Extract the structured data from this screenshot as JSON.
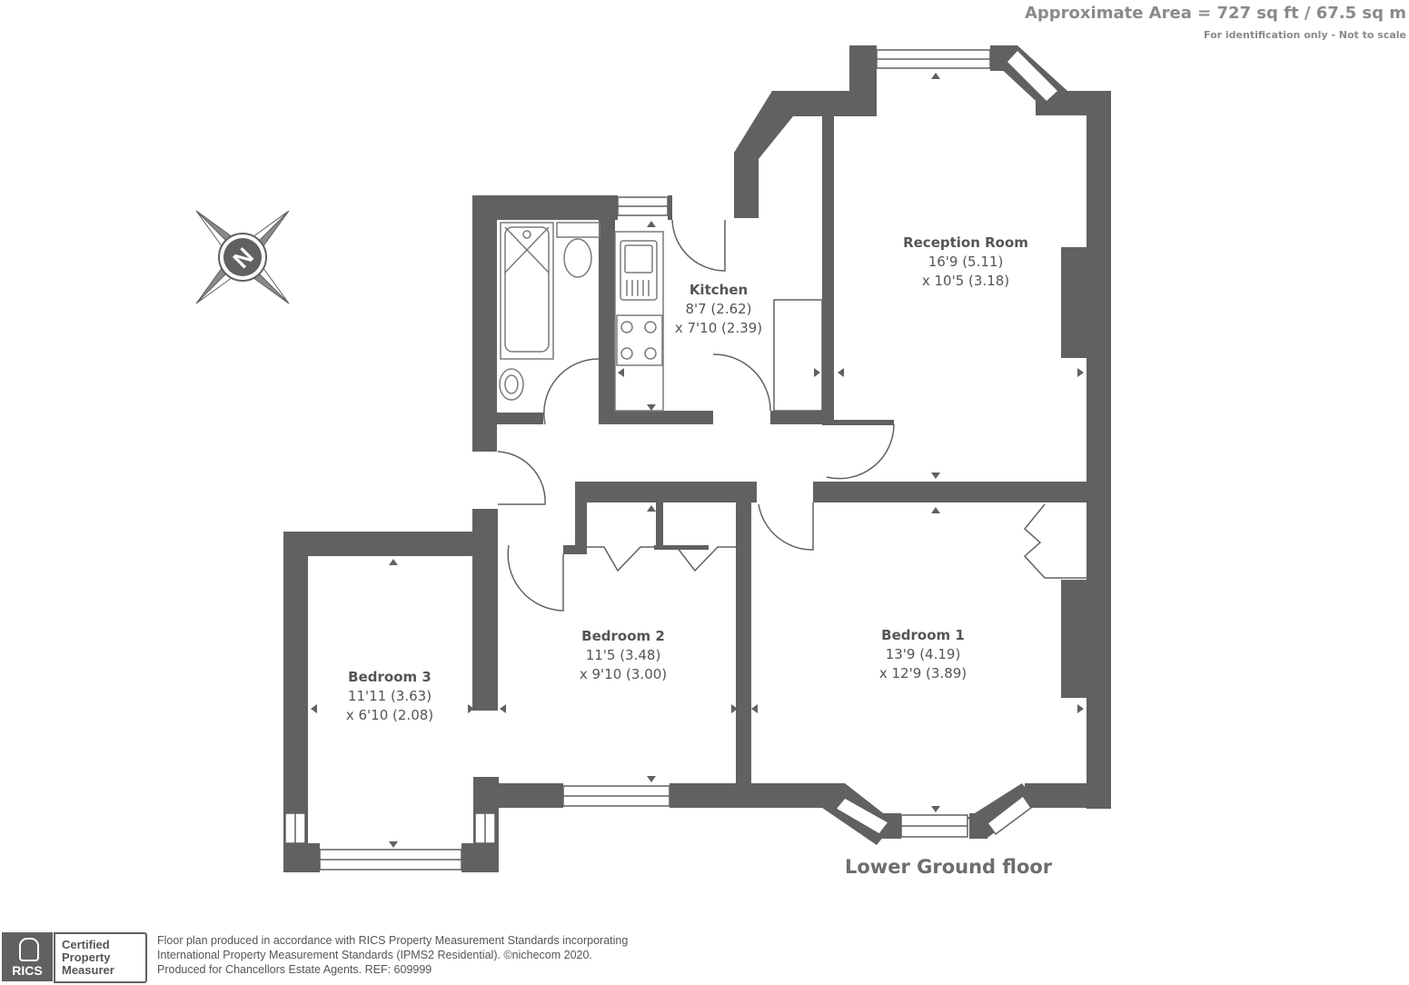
{
  "header": {
    "area": "Approximate Area = 727 sq ft / 67.5 sq m",
    "note": "For identification only - Not to scale"
  },
  "rooms": {
    "reception": {
      "name": "Reception Room",
      "dim1": "16'9 (5.11)",
      "dim2": "x 10'5 (3.18)"
    },
    "kitchen": {
      "name": "Kitchen",
      "dim1": "8'7 (2.62)",
      "dim2": "x 7'10 (2.39)"
    },
    "bedroom1": {
      "name": "Bedroom 1",
      "dim1": "13'9 (4.19)",
      "dim2": "x 12'9 (3.89)"
    },
    "bedroom2": {
      "name": "Bedroom 2",
      "dim1": "11'5 (3.48)",
      "dim2": "x 9'10 (3.00)"
    },
    "bedroom3": {
      "name": "Bedroom 3",
      "dim1": "11'11 (3.63)",
      "dim2": "x 6'10 (2.08)"
    }
  },
  "floor_label": "Lower Ground floor",
  "compass": {
    "letter": "N",
    "icon": "compass-north-icon"
  },
  "footer": {
    "rics_text": "RICS",
    "cert_lines": [
      "Certified",
      "Property",
      "Measurer"
    ],
    "disclaimer": [
      "Floor plan produced in accordance with RICS Property Measurement Standards incorporating",
      "International Property Measurement Standards (IPMS2 Residential).   ©nichecom 2020.",
      "Produced for Chancellors Estate Agents.   REF:  609999"
    ]
  },
  "colors": {
    "wall": "#616161",
    "fixture": "#7a7a7a",
    "text": "#555555",
    "header_text": "#8a8a8a"
  }
}
